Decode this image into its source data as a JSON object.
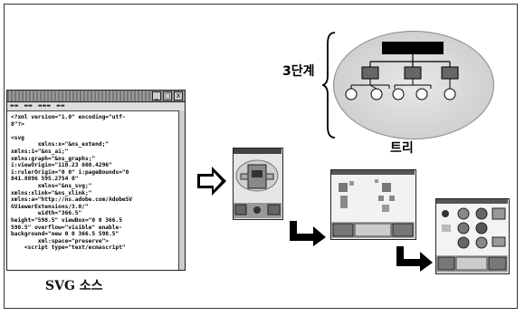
{
  "labels": {
    "svg_source": "SVG 소스",
    "stage": "3단계",
    "tree": "트리"
  },
  "code_window": {
    "buttons": [
      "_",
      "□",
      "X"
    ],
    "lines": [
      "<?xml version=\"1.0\" encoding=\"utf-",
      "8\"?>",
      "",
      "<svg",
      "        xmlns:x=\"&ns_extend;\"",
      "xmlns:i=\"&ns_ai;\"",
      "xmlns:graph=\"&ns_graphs;\"",
      "i:viewOrigin=\"110.23 608.4296\"",
      "i:rulerOrigin=\"0 0\" i:pageBounds=\"0",
      "841.8896 595.2754 0\"",
      "        xmlns=\"&ns_svg;\"",
      "xmlns:xlink=\"&ns_xlink;\"",
      "xmlns:a=\"http://ns.adobe.com/AdobeSV",
      "GViewerExtensions/3.0/\"",
      "        width=\"366.5\"",
      "height=\"598.5\" viewBox=\"0 0 366.5",
      "598.5\" overflow=\"visible\" enable-",
      "background=\"new 0 0 366.5 598.5\"",
      "        xml:space=\"preserve\">",
      "    <script type=\"text/ecmascript\""
    ]
  }
}
